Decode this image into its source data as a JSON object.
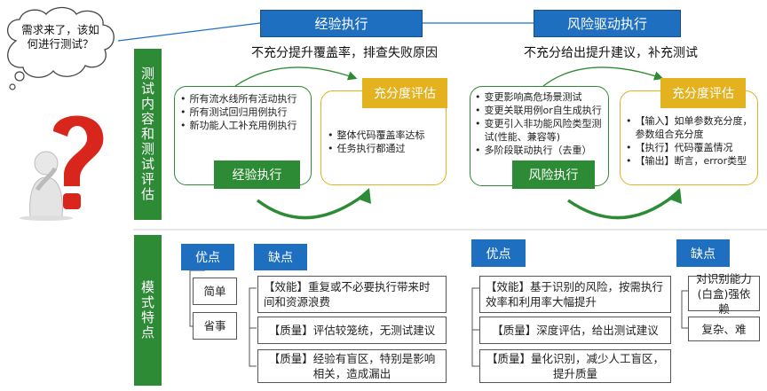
{
  "cloud": {
    "text": "需求来了，该如何进行测试？"
  },
  "top": {
    "left_header": "经验执行",
    "right_header": "风险驱动执行",
    "left_sub": "不充分提升覆盖率，排查失败原因",
    "right_sub": "不充分给出提升建议，补充测试"
  },
  "side": {
    "content_label": "测试内容和测试评估",
    "mode_label": "模式特点"
  },
  "experience": {
    "items": [
      "所有流水线所有活动执行",
      "所有测试回归用例执行",
      "新功能人工补充用例执行"
    ],
    "button": "经验执行"
  },
  "exp_assess": {
    "title": "充分度评估",
    "items": [
      "整体代码覆盖率达标",
      "任务执行都通过"
    ]
  },
  "risk": {
    "items": [
      "变更影响高危场景测试",
      "变更关联用例or自生成执行",
      "变更引入非功能风险类型测试(性能、兼容等)",
      "多阶段联动执行（去重）"
    ],
    "button": "风险执行"
  },
  "risk_assess": {
    "title": "充分度评估",
    "items": [
      "【输入】如单参数充分度，参数组合充分度",
      "【执行】代码覆盖情况",
      "【输出】断言，error类型"
    ]
  },
  "exp_mode": {
    "pros_label": "优点",
    "cons_label": "缺点",
    "pros": [
      "简单",
      "省事"
    ],
    "cons": [
      "【效能】重复或不必要执行带来时间和资源浪费",
      "【质量】评估较笼统，无测试建议",
      "【质量】经验有盲区，特别是影响相关，造成漏出"
    ]
  },
  "risk_mode": {
    "pros_label": "优点",
    "cons_label": "缺点",
    "pros": [
      "【效能】基于识别的风险，按需执行效率和利用率大幅提升",
      "【质量】深度评估，给出测试建议",
      "【质量】量化识别，减少人工盲区，提升质量"
    ],
    "cons": [
      "对识别能力(白盒)强依赖",
      "复杂、难"
    ]
  },
  "icons": {
    "question": "question-mark-icon",
    "thinker": "thinking-person-icon"
  }
}
